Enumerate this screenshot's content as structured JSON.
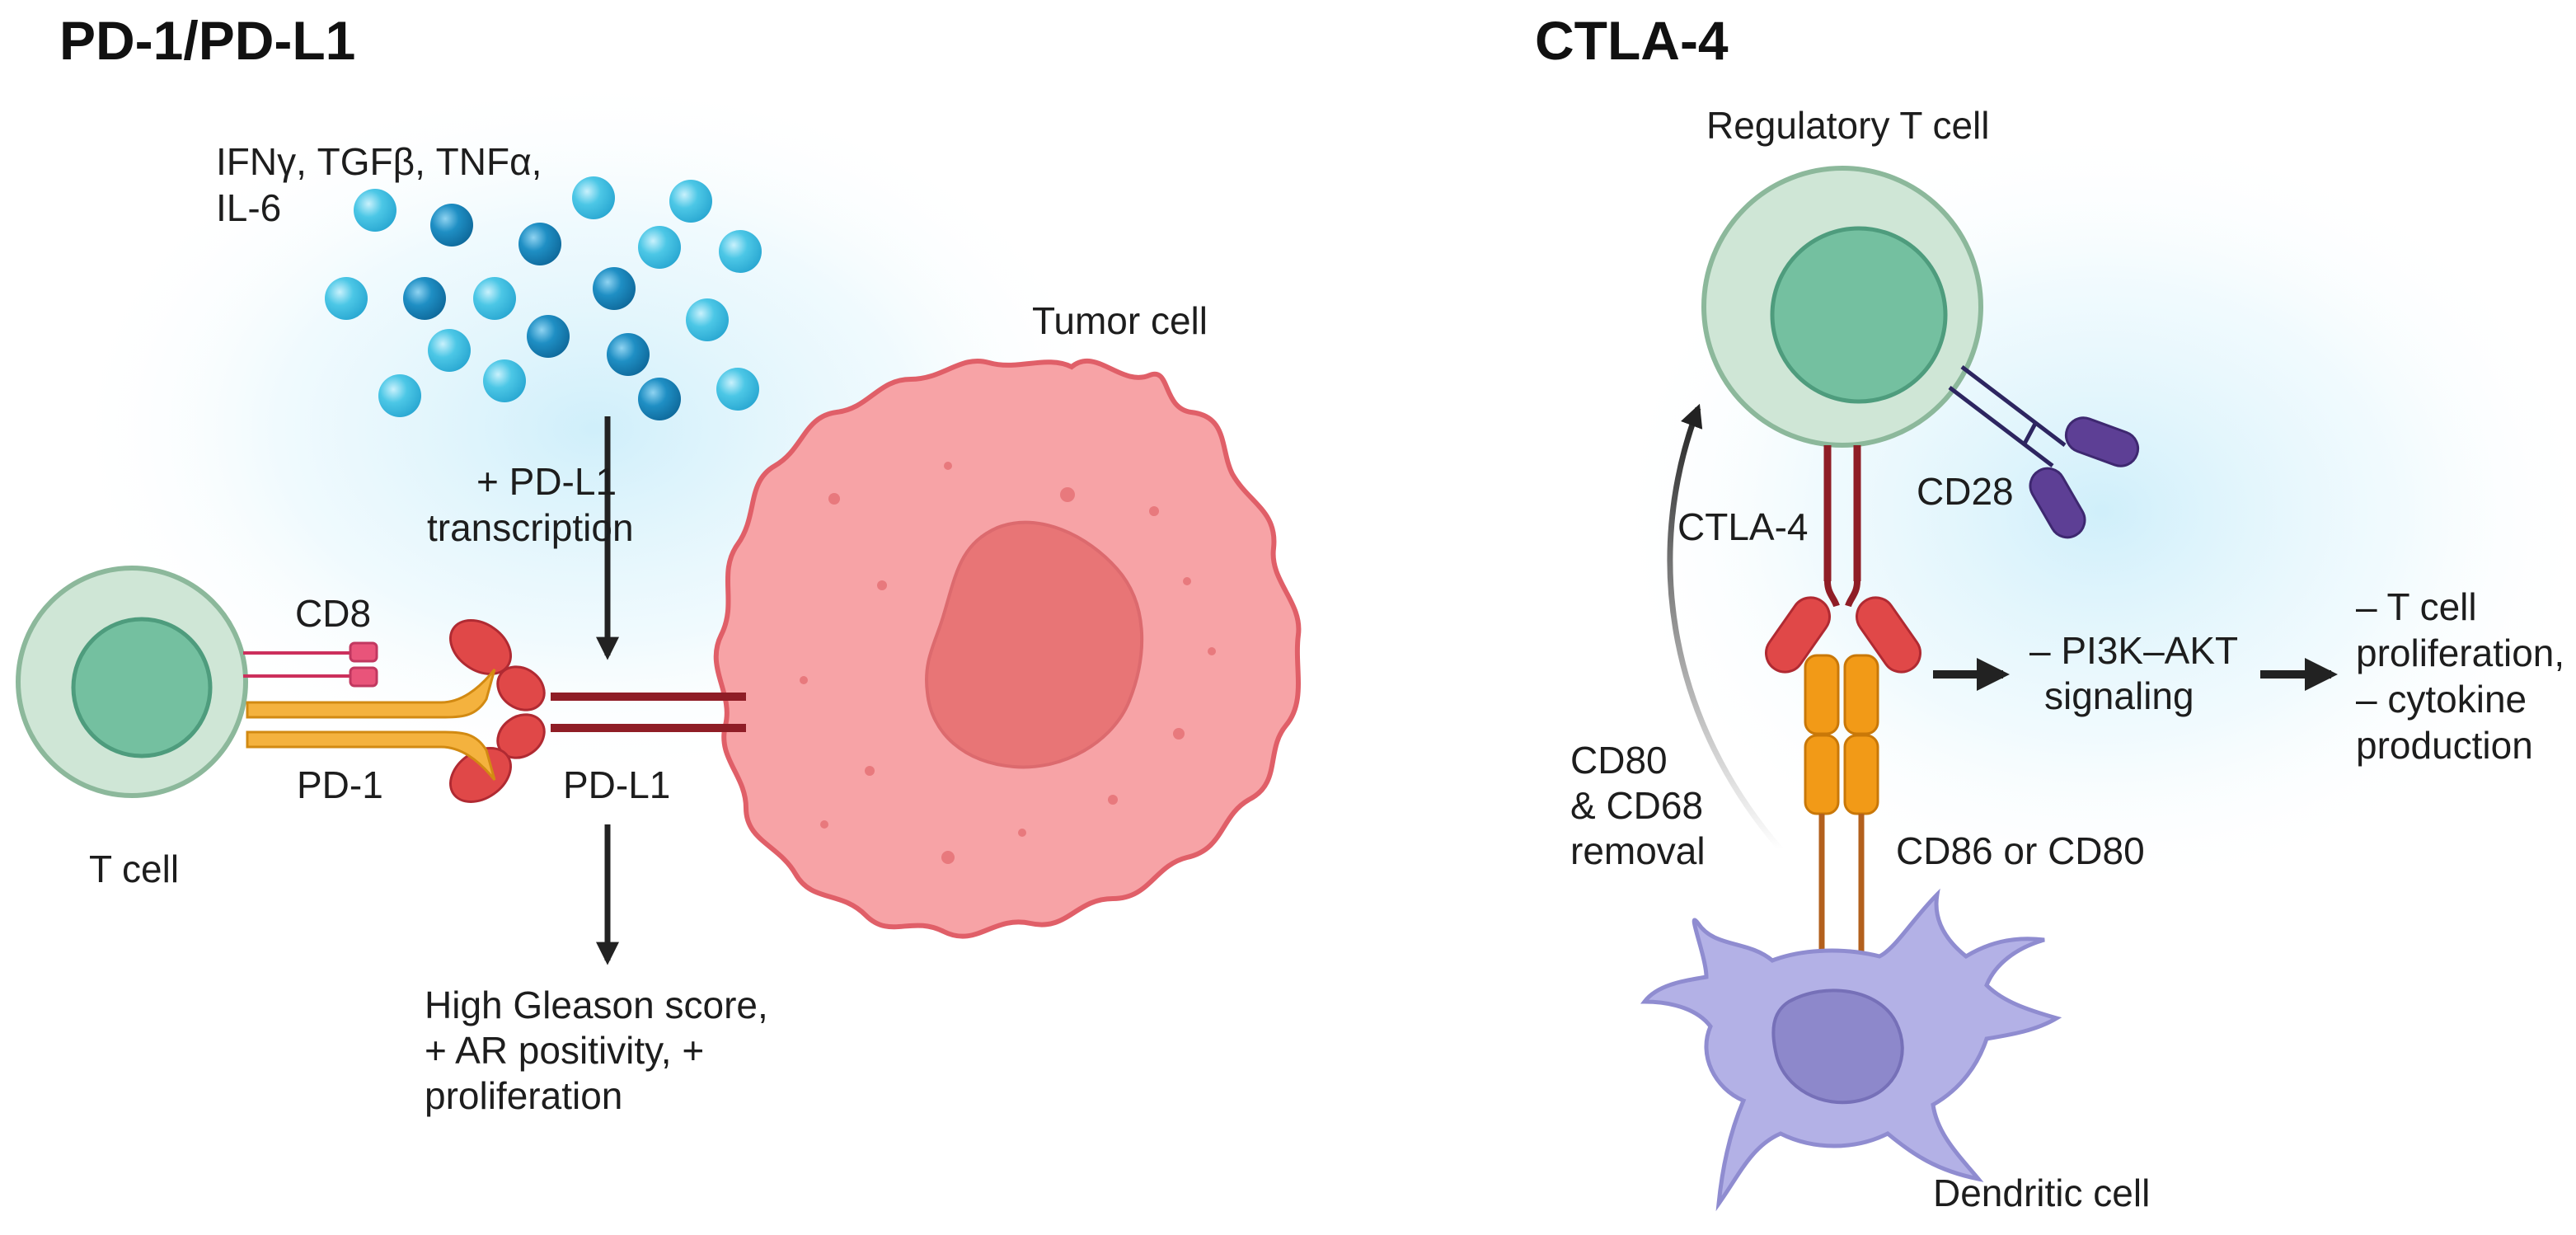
{
  "panels": {
    "left": {
      "title": "PD-1/PD-L1",
      "cytokines": [
        "IFNγ, TGFβ, TNFα,",
        "IL-6"
      ],
      "transcription": [
        "+ PD-L1",
        "transcription"
      ],
      "tumor_cell": "Tumor cell",
      "cd8": "CD8",
      "pd1": "PD-1",
      "pdl1": "PD-L1",
      "t_cell": "T cell",
      "outcomes": [
        "High Gleason score,",
        "+ AR positivity, +",
        "proliferation"
      ]
    },
    "right": {
      "title": "CTLA-4",
      "treg": "Regulatory T cell",
      "cd28": "CD28",
      "ctla4": "CTLA-4",
      "pi3k": [
        "– PI3K–AKT",
        "signaling"
      ],
      "effects": [
        "– T cell",
        "proliferation,",
        "– cytokine",
        "production"
      ],
      "removal": [
        "CD80",
        "& CD68",
        "removal"
      ],
      "cd86": "CD86 or CD80",
      "dendritic": "Dendritic cell"
    }
  },
  "colors": {
    "t_cell_outer": "#cfe6d6",
    "t_cell_nucleus": "#74c0a0",
    "tumor": "#f7a3a6",
    "tumor_nucleus": "#e87576",
    "receptor_red": "#e04848",
    "dark_red": "#8f1d26",
    "pd1_orange": "#f4b23e",
    "cd8_pink": "#e9547a",
    "cd28_purple": "#5d3f95",
    "cd86_orange": "#f29a17",
    "dendritic": "#b3b1e6",
    "dendritic_nucleus": "#8d88cb",
    "cytokine_light": "#4cc7e6",
    "cytokine_dark": "#1f8fc4",
    "glow": "#d8f1fb"
  }
}
